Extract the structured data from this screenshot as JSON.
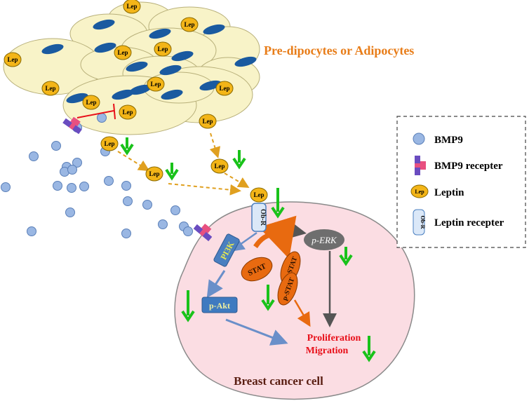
{
  "adipocyte_label": "Pre-dipocytes or Adipocytes",
  "cell_label": "Breast cancer cell",
  "lep_token": "Lep",
  "obr_token": "Ob-R",
  "pi3k_label": "PI3K",
  "pakt_label": "p-Akt",
  "perk_label": "p-ERK",
  "stat_label": "STAT",
  "pstat_label": "p-STAT",
  "outcome": {
    "proliferation": "Proliferation",
    "migration": "Migration"
  },
  "legend": {
    "bmp9": "BMP9",
    "bmp9_receptor": "BMP9 recepter",
    "leptin": "Leptin",
    "leptin_receptor": "Leptin recepter"
  },
  "colors": {
    "adipocyte_fill": "#f8f3c8",
    "nucleus": "#1a5aa0",
    "leptin_fill": "#f3b518",
    "bmp9_fill": "#9ab7e3",
    "cell_fill": "#fbdde3",
    "arrow_green": "#19c21a",
    "title_orange": "#e87d19",
    "outcome_red": "#e8101a",
    "stat_orange": "#e86a10",
    "perk_gray": "#6e6e6e"
  }
}
